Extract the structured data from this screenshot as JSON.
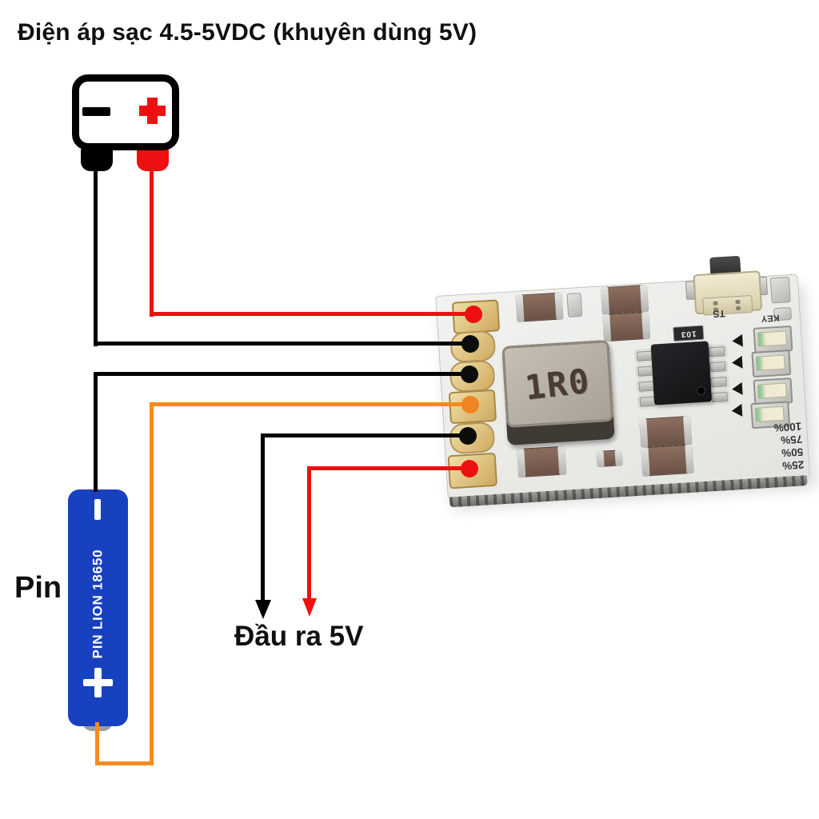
{
  "title": "Điện áp sạc 4.5-5VDC (khuyên dùng 5V)",
  "power_supply": {
    "minus_symbol": "−",
    "plus_symbol": "+"
  },
  "battery": {
    "name_label": "Pin",
    "body_label": "PIN LION 18650",
    "minus_symbol": "−",
    "plus_symbol": "+"
  },
  "output": {
    "label": "Đầu ra 5V"
  },
  "pcb": {
    "inductor_label": "1R0",
    "resistor_label": "103",
    "key_label": "KEY",
    "switch_label": "TS",
    "charge_levels": [
      "100%",
      "75%",
      "50%",
      "25%"
    ]
  },
  "colors": {
    "wire_red": "#ee1010",
    "wire_black": "#000000",
    "wire_orange": "#f68a1e",
    "battery_blue": "#1841c0",
    "pad_gold": "#dcbd72",
    "pcb_white": "#ededeb"
  }
}
